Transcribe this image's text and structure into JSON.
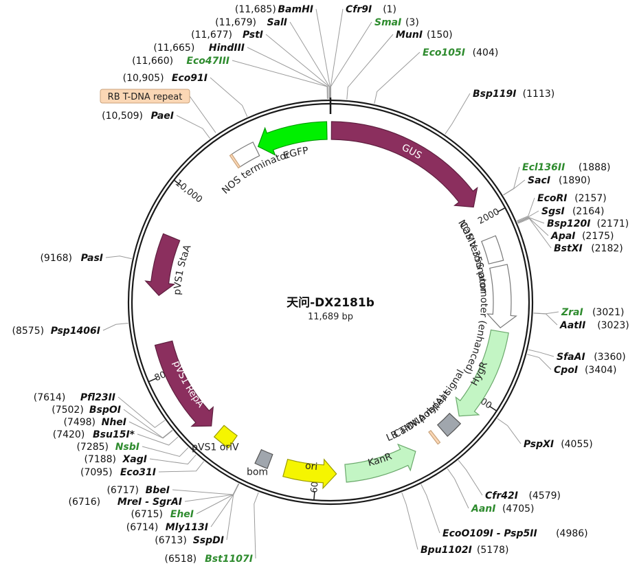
{
  "title": "天问-DX2181b",
  "size_label": "11,689 bp",
  "length": 11689,
  "colors": {
    "backbone": "#1a1a1a",
    "site_black": "#111111",
    "site_green": "#2e8b2e",
    "leader": "#9a9a9a",
    "rb_box_fill": "#fbd7b5",
    "rb_box_stroke": "#c8a27a"
  },
  "ticks": [
    {
      "pos": 2000,
      "label": "2000"
    },
    {
      "pos": 4000,
      "label": "4000"
    },
    {
      "pos": 6000,
      "label": "6000"
    },
    {
      "pos": 8000,
      "label": "8000"
    },
    {
      "pos": 10000,
      "label": "10,000"
    }
  ],
  "features": [
    {
      "name": "GUS",
      "start": 10,
      "end": 1830,
      "dir": 1,
      "type": "arrow",
      "fill": "#8b2f5e",
      "stroke": "#5e1f3f",
      "label_inside": true,
      "label_color": "#ffffff"
    },
    {
      "name": "NOS terminator",
      "start": 2210,
      "end": 2480,
      "dir": 0,
      "type": "box",
      "fill": "#ffffff",
      "stroke": "#777777",
      "label_inside": false,
      "label_side": "in"
    },
    {
      "name": "CaMV 35S promoter (enhanced)",
      "start": 2530,
      "end": 3200,
      "dir": 1,
      "type": "arrow",
      "fill": "#ffffff",
      "stroke": "#777777",
      "label_inside": false,
      "label_side": "in"
    },
    {
      "name": "HygR",
      "start": 3240,
      "end": 4270,
      "dir": 1,
      "type": "arrow",
      "fill": "#c3f5c4",
      "stroke": "#6aa86b",
      "label_inside": true,
      "label_color": "#222222"
    },
    {
      "name": "CaMV poly(A) signal",
      "start": 4320,
      "end": 4510,
      "dir": 0,
      "type": "box",
      "fill": "#a0a6ad",
      "stroke": "#555555",
      "label_inside": false,
      "label_side": "in"
    },
    {
      "name": "LB T-DNA repeat",
      "start": 4610,
      "end": 4640,
      "dir": 0,
      "type": "box",
      "fill": "#fbd7b5",
      "stroke": "#c8a27a",
      "label_inside": false,
      "label_side": "in"
    },
    {
      "name": "KanR",
      "start": 4880,
      "end": 5680,
      "dir": -1,
      "type": "arrow",
      "fill": "#c3f5c4",
      "stroke": "#6aa86b",
      "label_inside": true,
      "label_color": "#222222"
    },
    {
      "name": "ori",
      "start": 5780,
      "end": 6340,
      "dir": -1,
      "type": "arrow",
      "fill": "#f5f500",
      "stroke": "#9a9a00",
      "label_inside": true,
      "label_color": "#222222"
    },
    {
      "name": "bom",
      "start": 6520,
      "end": 6660,
      "dir": 0,
      "type": "box",
      "fill": "#a0a6ad",
      "stroke": "#555555",
      "label_inside": false,
      "label_side": "above"
    },
    {
      "name": "pVS1 oriV",
      "start": 6980,
      "end": 7170,
      "dir": 0,
      "type": "box",
      "fill": "#f5f500",
      "stroke": "#9a9a00",
      "label_inside": false,
      "label_side": "above"
    },
    {
      "name": "pVS1 RepA",
      "start": 7270,
      "end": 8320,
      "dir": -1,
      "type": "arrow",
      "fill": "#8b2f5e",
      "stroke": "#5e1f3f",
      "label_inside": true,
      "label_color": "#ffffff"
    },
    {
      "name": "pVS1 StaA",
      "start": 8840,
      "end": 9490,
      "dir": -1,
      "type": "arrow",
      "fill": "#8b2f5e",
      "stroke": "#5e1f3f",
      "label_inside": false,
      "label_side": "in"
    },
    {
      "name": "NOS terminator",
      "start": 10590,
      "end": 10850,
      "dir": 0,
      "type": "box",
      "fill": "#ffffff",
      "stroke": "#777777",
      "label_inside": false,
      "label_side": "in"
    },
    {
      "name": "RB T-DNA repeat",
      "start": 10570,
      "end": 10595,
      "dir": 0,
      "type": "box",
      "fill": "#fbd7b5",
      "stroke": "#c8a27a",
      "label_inside": false,
      "label_side": "none"
    },
    {
      "name": "EGFP",
      "start": 10880,
      "end": 11650,
      "dir": -1,
      "type": "arrow",
      "fill": "#00f000",
      "stroke": "#009a00",
      "label_inside": false,
      "label_side": "in"
    }
  ],
  "rb_label": "RB T-DNA repeat",
  "sites": [
    {
      "name": "BamHI",
      "pos": "(11,685)",
      "bp": 11685,
      "color": "black",
      "pos_first": true
    },
    {
      "name": "SalI",
      "pos": "(11,679)",
      "bp": 11679,
      "color": "black",
      "pos_first": true
    },
    {
      "name": "PstI",
      "pos": "(11,677)",
      "bp": 11677,
      "color": "black",
      "pos_first": true
    },
    {
      "name": "HindIII",
      "pos": "(11,665)",
      "bp": 11665,
      "color": "black",
      "pos_first": true
    },
    {
      "name": "Eco47III",
      "pos": "(11,660)",
      "bp": 11660,
      "color": "green",
      "pos_first": true
    },
    {
      "name": "Eco91I",
      "pos": "(10,905)",
      "bp": 10905,
      "color": "black",
      "pos_first": true
    },
    {
      "name": "PaeI",
      "pos": "(10,509)",
      "bp": 10509,
      "color": "black",
      "pos_first": true
    },
    {
      "name": "Cfr9I",
      "pos": "(1)",
      "bp": 1,
      "color": "black",
      "pos_first": false
    },
    {
      "name": "SmaI",
      "pos": "(3)",
      "bp": 3,
      "color": "green",
      "pos_first": false
    },
    {
      "name": "MunI",
      "pos": "(150)",
      "bp": 150,
      "color": "black",
      "pos_first": false
    },
    {
      "name": "Eco105I",
      "pos": "(404)",
      "bp": 404,
      "color": "green",
      "pos_first": false
    },
    {
      "name": "Bsp119I",
      "pos": "(1113)",
      "bp": 1113,
      "color": "black",
      "pos_first": false
    },
    {
      "name": "Ecl136II",
      "pos": "(1888)",
      "bp": 1888,
      "color": "green",
      "pos_first": false
    },
    {
      "name": "SacI",
      "pos": "(1890)",
      "bp": 1890,
      "color": "black",
      "pos_first": false
    },
    {
      "name": "EcoRI",
      "pos": "(2157)",
      "bp": 2157,
      "color": "black",
      "pos_first": false
    },
    {
      "name": "SgsI",
      "pos": "(2164)",
      "bp": 2164,
      "color": "black",
      "pos_first": false
    },
    {
      "name": "Bsp120I",
      "pos": "(2171)",
      "bp": 2171,
      "color": "black",
      "pos_first": false
    },
    {
      "name": "ApaI",
      "pos": "(2175)",
      "bp": 2175,
      "color": "black",
      "pos_first": false
    },
    {
      "name": "BstXI",
      "pos": "(2182)",
      "bp": 2182,
      "color": "black",
      "pos_first": false
    },
    {
      "name": "ZraI",
      "pos": "(3021)",
      "bp": 3021,
      "color": "green",
      "pos_first": false
    },
    {
      "name": "AatII",
      "pos": "(3023)",
      "bp": 3023,
      "color": "black",
      "pos_first": false
    },
    {
      "name": "SfaAI",
      "pos": "(3360)",
      "bp": 3360,
      "color": "black",
      "pos_first": false
    },
    {
      "name": "CpoI",
      "pos": "(3404)",
      "bp": 3404,
      "color": "black",
      "pos_first": false
    },
    {
      "name": "PspXI",
      "pos": "(4055)",
      "bp": 4055,
      "color": "black",
      "pos_first": false
    },
    {
      "name": "Cfr42I",
      "pos": "(4579)",
      "bp": 4579,
      "color": "black",
      "pos_first": false
    },
    {
      "name": "AanI",
      "pos": "(4705)",
      "bp": 4705,
      "color": "green",
      "pos_first": false
    },
    {
      "name": "EcoO109I - Psp5II",
      "pos": "(4986)",
      "bp": 4986,
      "color": "black",
      "pos_first": false
    },
    {
      "name": "Bpu1102I",
      "pos": "(5178)",
      "bp": 5178,
      "color": "black",
      "pos_first": false
    },
    {
      "name": "Bst1107I",
      "pos": "(6518)",
      "bp": 6518,
      "color": "green",
      "pos_first": true
    },
    {
      "name": "SspDI",
      "pos": "(6713)",
      "bp": 6713,
      "color": "black",
      "pos_first": true
    },
    {
      "name": "Mly113I",
      "pos": "(6714)",
      "bp": 6714,
      "color": "black",
      "pos_first": true
    },
    {
      "name": "EheI",
      "pos": "(6715)",
      "bp": 6715,
      "color": "green",
      "pos_first": true
    },
    {
      "name": "MreI - SgrAI",
      "pos": "(6716)",
      "bp": 6716,
      "color": "black",
      "pos_first": true
    },
    {
      "name": "BbeI",
      "pos": "(6717)",
      "bp": 6717,
      "color": "black",
      "pos_first": true
    },
    {
      "name": "Eco31I",
      "pos": "(7095)",
      "bp": 7095,
      "color": "black",
      "pos_first": true
    },
    {
      "name": "XagI",
      "pos": "(7188)",
      "bp": 7188,
      "color": "black",
      "pos_first": true
    },
    {
      "name": "NsbI",
      "pos": "(7285)",
      "bp": 7285,
      "color": "green",
      "pos_first": true
    },
    {
      "name": "Bsu15I*",
      "pos": "(7420)",
      "bp": 7420,
      "color": "black",
      "pos_first": true
    },
    {
      "name": "NheI",
      "pos": "(7498)",
      "bp": 7498,
      "color": "black",
      "pos_first": true
    },
    {
      "name": "BspOI",
      "pos": "(7502)",
      "bp": 7502,
      "color": "black",
      "pos_first": true
    },
    {
      "name": "Pfl23II",
      "pos": "(7614)",
      "bp": 7614,
      "color": "black",
      "pos_first": true
    },
    {
      "name": "Psp1406I",
      "pos": "(8575)",
      "bp": 8575,
      "color": "black",
      "pos_first": true
    },
    {
      "name": "PasI",
      "pos": "(9168)",
      "bp": 9168,
      "color": "black",
      "pos_first": true
    }
  ]
}
